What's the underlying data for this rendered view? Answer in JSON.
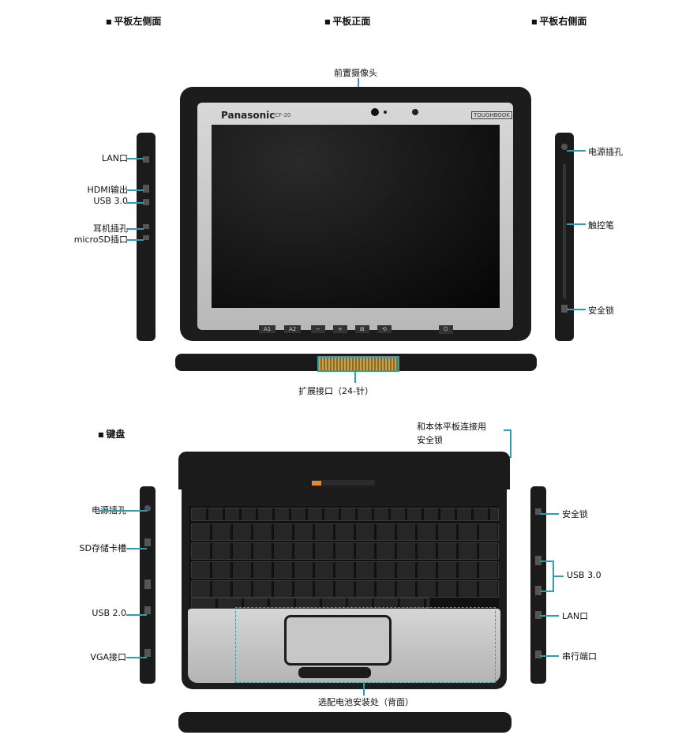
{
  "headers": {
    "left_side": "平板左侧面",
    "front": "平板正面",
    "right_side": "平板右侧面",
    "keyboard": "键盘"
  },
  "tablet": {
    "brand": "Panasonic",
    "model": "CF-20",
    "series_badge": "TOUGHBOOK",
    "front_camera_label": "前置摄像头",
    "expansion_label": "扩展接口（24-针）",
    "buttons": [
      "A1",
      "A2",
      "−",
      "+",
      "⊞",
      "⟲",
      "⏻"
    ]
  },
  "left_ports": [
    "LAN口",
    "HDMI输出",
    "USB 3.0",
    "耳机插孔",
    "microSD插口"
  ],
  "right_ports": [
    "电源插孔",
    "触控笔",
    "安全锁"
  ],
  "keyboard": {
    "dock_lock_label": "和本体平板连接用\n安全锁",
    "battery_label": "选配电池安装处（背面）",
    "left_ports": [
      "电源插孔",
      "SD存储卡槽",
      "USB 2.0",
      "VGA接口"
    ],
    "right_ports": [
      "安全锁",
      "USB 3.0",
      "LAN口",
      "串行端口"
    ]
  },
  "colors": {
    "leader_line": "#2c9fae",
    "body": "#1c1c1c",
    "bezel": "#c9c9c9",
    "screen": "#0e0e0e"
  }
}
